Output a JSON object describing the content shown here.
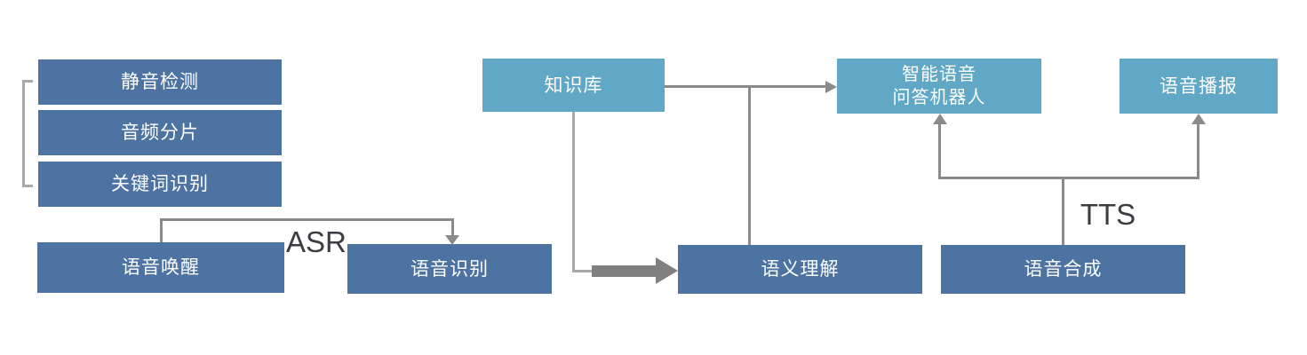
{
  "colors": {
    "dark_box": "#4d73a3",
    "light_box": "#61a8c6",
    "line": "#8a8a8a",
    "bracket": "#a8a8a8",
    "thick_arrow": "#808080",
    "label_text": "#3c3c43",
    "box_text": "#ffffff"
  },
  "nodes": {
    "silence_detection": {
      "label": "静音检测"
    },
    "audio_slicing": {
      "label": "音频分片"
    },
    "keyword_spotting": {
      "label": "关键词识别"
    },
    "voice_wakeup": {
      "label": "语音唤醒"
    },
    "speech_recognition": {
      "label": "语音识别"
    },
    "knowledge_base": {
      "label": "知识库"
    },
    "semantic_understanding": {
      "label": "语义理解"
    },
    "qa_robot": {
      "line1": "智能语音",
      "line2": "问答机器人"
    },
    "voice_broadcast": {
      "label": "语音播报"
    },
    "speech_synthesis": {
      "label": "语音合成"
    }
  },
  "edge_labels": {
    "asr": "ASR",
    "tts": "TTS"
  }
}
